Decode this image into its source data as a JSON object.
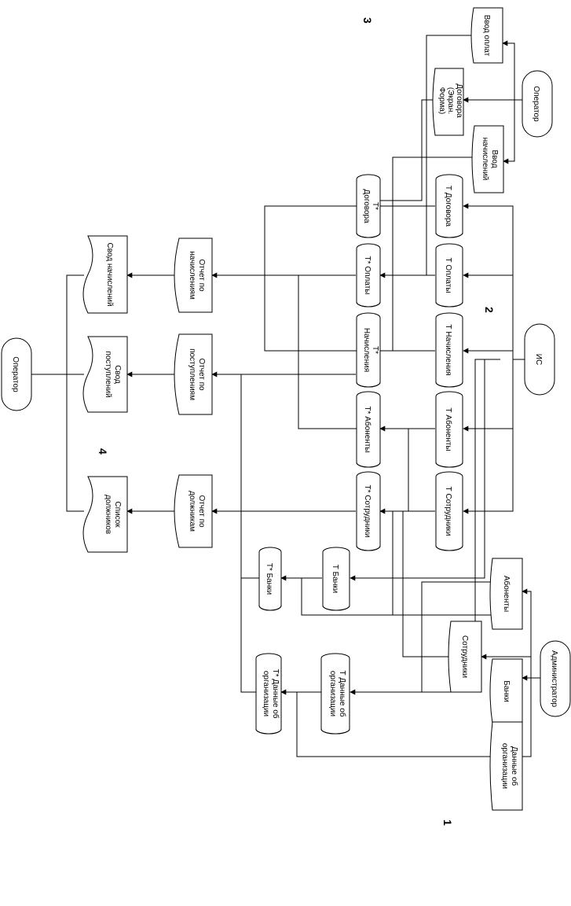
{
  "section_labels": {
    "s1": "1",
    "s2": "2",
    "s3": "3",
    "s4": "4"
  },
  "actors": {
    "operator_top": "Оператор",
    "operator_left": "Оператор",
    "is": "ИС",
    "admin": "Администратор"
  },
  "inputs": {
    "vvod_oplat": "Ввод оплат",
    "dogovora_l1": "Договора",
    "dogovora_l2": "(Экран.",
    "dogovora_l3": "Форма)",
    "vvod_nach_l1": "Ввод",
    "vvod_nach_l2": "начислений",
    "abonenty": "Абоненты",
    "sotrudniki": "Сотрудники",
    "banki": "Банки",
    "org_l1": "Данные об",
    "org_l2": "организации"
  },
  "tables_t": {
    "dogovora": "Т Договора",
    "oplaty": "Т Оплаты",
    "nachisleniya": "Т Начисления",
    "abonenty": "Т Абоненты",
    "sotrudniki": "Т Сотрудники",
    "banki": "Т Банки",
    "org_l1": "Т Данные об",
    "org_l2": "организации"
  },
  "tables_tstar": {
    "dogovora_l1": "Т*",
    "dogovora_l2": "Договора",
    "oplaty": "Т* Оплаты",
    "nachisleniya_l1": "Т*",
    "nachisleniya_l2": "Начисления",
    "abonenty": "Т* Абоненты",
    "sotrudniki": "Т* Сотрудники",
    "banki": "Т* Банки",
    "org_l1": "Т* Данные об",
    "org_l2": "организации"
  },
  "reports": {
    "nach_l1": "Отчет по",
    "nach_l2": "начислениям",
    "post_l1": "Отчет по",
    "post_l2": "поступлениям",
    "dolzh_l1": "Отчет по",
    "dolzh_l2": "должникам"
  },
  "documents": {
    "svod_nach": "Свод начислений",
    "svod_post_l1": "Свод",
    "svod_post_l2": "поступлений",
    "spisok_l1": "Список",
    "spisok_l2": "должников"
  }
}
